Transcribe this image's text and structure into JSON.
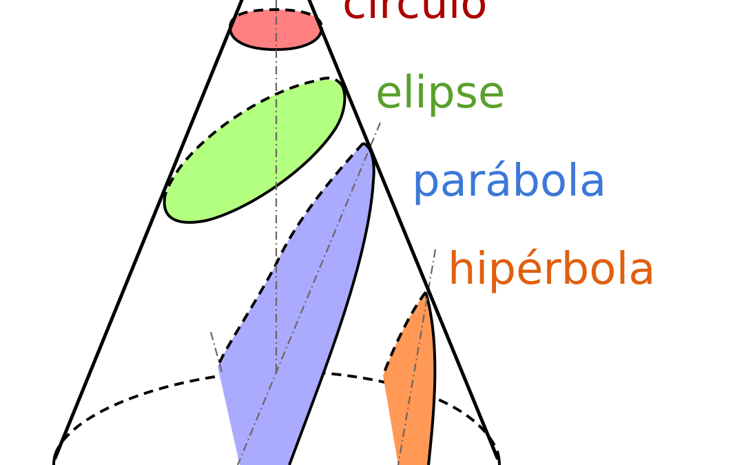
{
  "labels": {
    "circle": "círculo",
    "ellipse": "elipse",
    "parabola": "parábola",
    "hyperbola": "hipérbola"
  },
  "colors": {
    "circle_fill": "#ff8080",
    "circle_text": "#aa0000",
    "ellipse_fill": "#b3ff80",
    "ellipse_text": "#5aa02c",
    "parabola_fill": "#aaaaff",
    "parabola_text": "#3c78d8",
    "hyperbola_fill": "#ff9955",
    "hyperbola_text": "#e06010",
    "axis": "#6d625d",
    "outline": "#000000"
  }
}
